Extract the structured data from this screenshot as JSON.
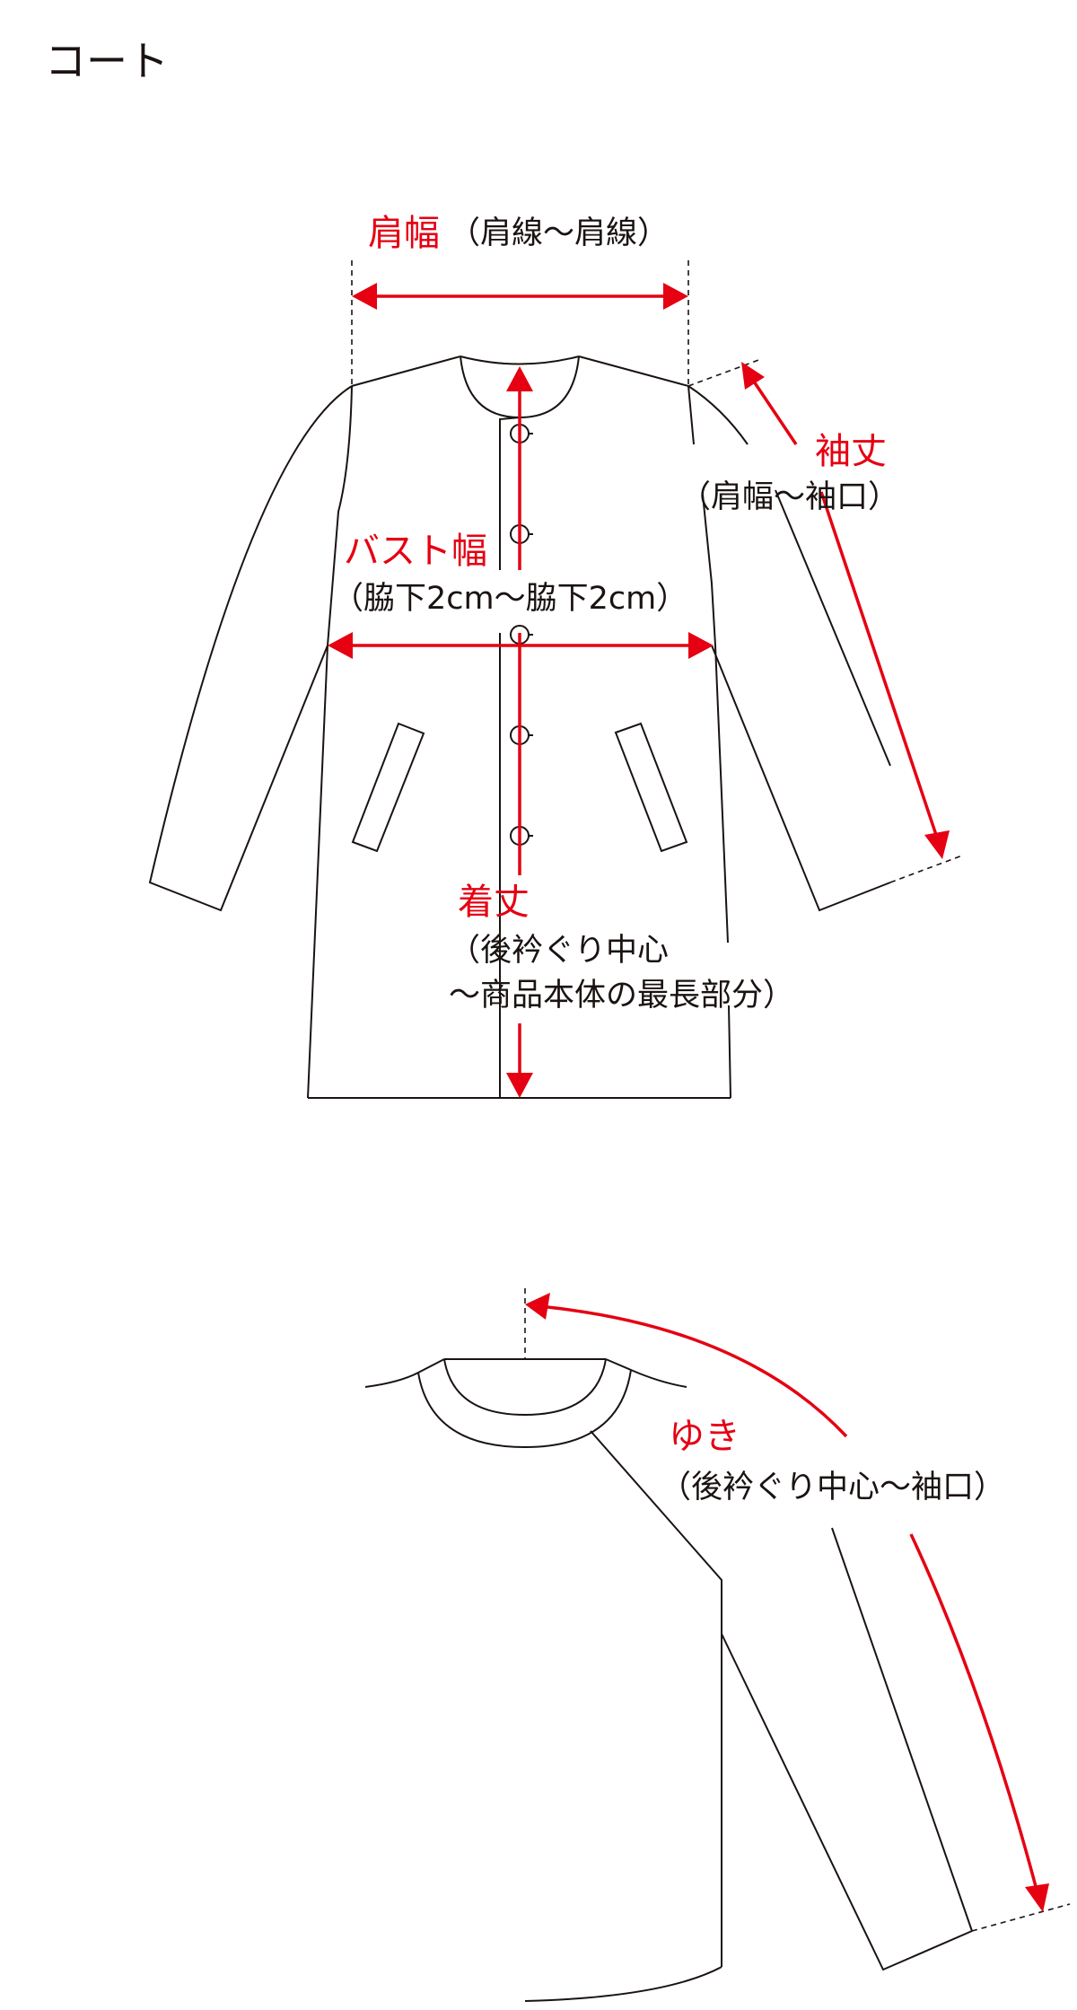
{
  "title": "コート",
  "colors": {
    "accent": "#e50012",
    "line": "#1a1311",
    "background": "#ffffff"
  },
  "front_view": {
    "shoulder_width": {
      "label": "肩幅",
      "note": "（肩線～肩線）"
    },
    "sleeve_length": {
      "label": "袖丈",
      "note": "（肩幅～袖口）"
    },
    "bust_width": {
      "label": "バスト幅",
      "note": "（脇下2cm～脇下2cm）"
    },
    "length": {
      "label": "着丈",
      "note_line1": "（後衿ぐり中心",
      "note_line2": "～商品本体の最長部分）"
    },
    "buttons": 5,
    "pockets": 2
  },
  "back_view": {
    "yuki": {
      "label": "ゆき",
      "note": "（後衿ぐり中心～袖口）"
    }
  }
}
